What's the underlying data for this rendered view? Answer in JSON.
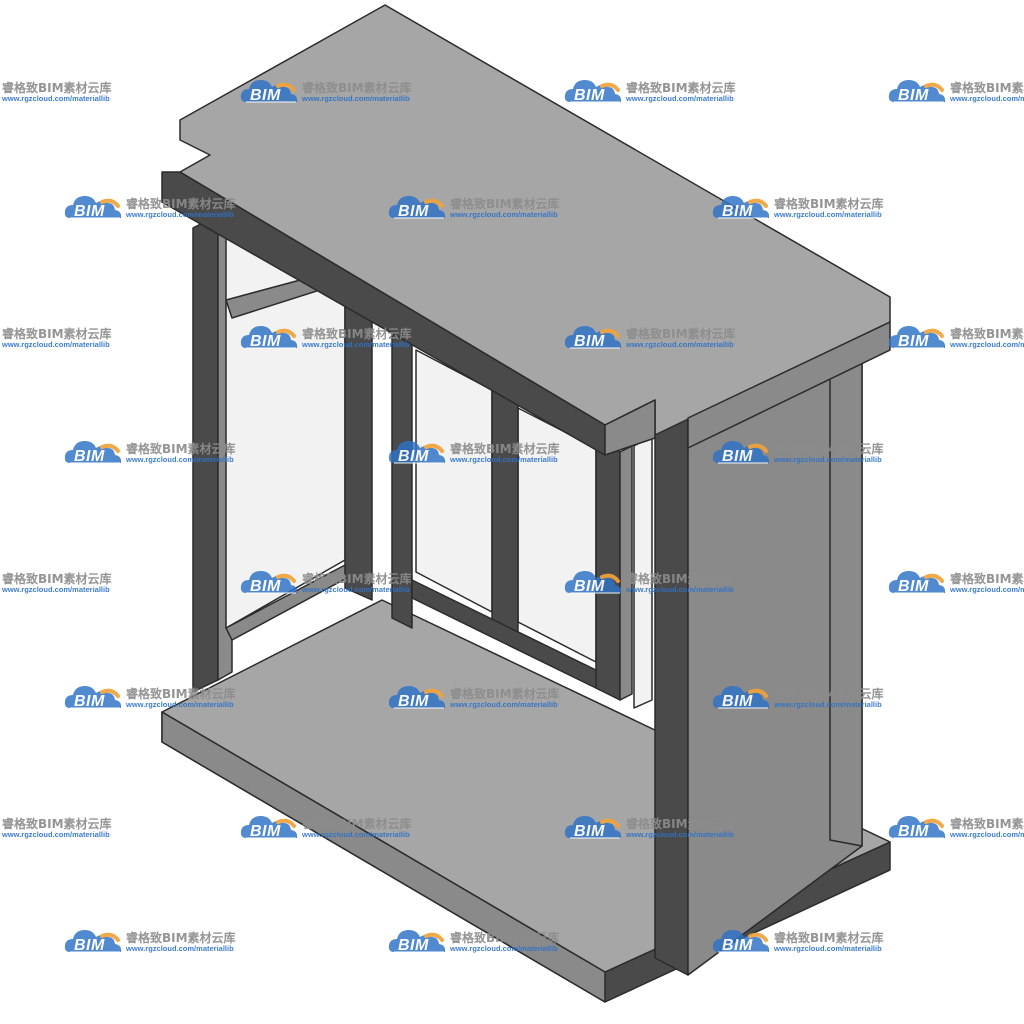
{
  "watermark": {
    "logo_text": "BIM",
    "brand": "睿格致BIM素材云库",
    "url": "www.rgzcloud.com/materiallib",
    "logo_blue": "#2f72c7",
    "logo_orange": "#f0a23a",
    "brand_gray": "#8c8c8c"
  },
  "colors": {
    "top_face": "#a6a6a6",
    "front_face": "#8a8a8a",
    "side_face": "#4a4a4a",
    "edge": "#2b2b2b",
    "glass": "#f2f2f2",
    "background": "#ffffff"
  }
}
